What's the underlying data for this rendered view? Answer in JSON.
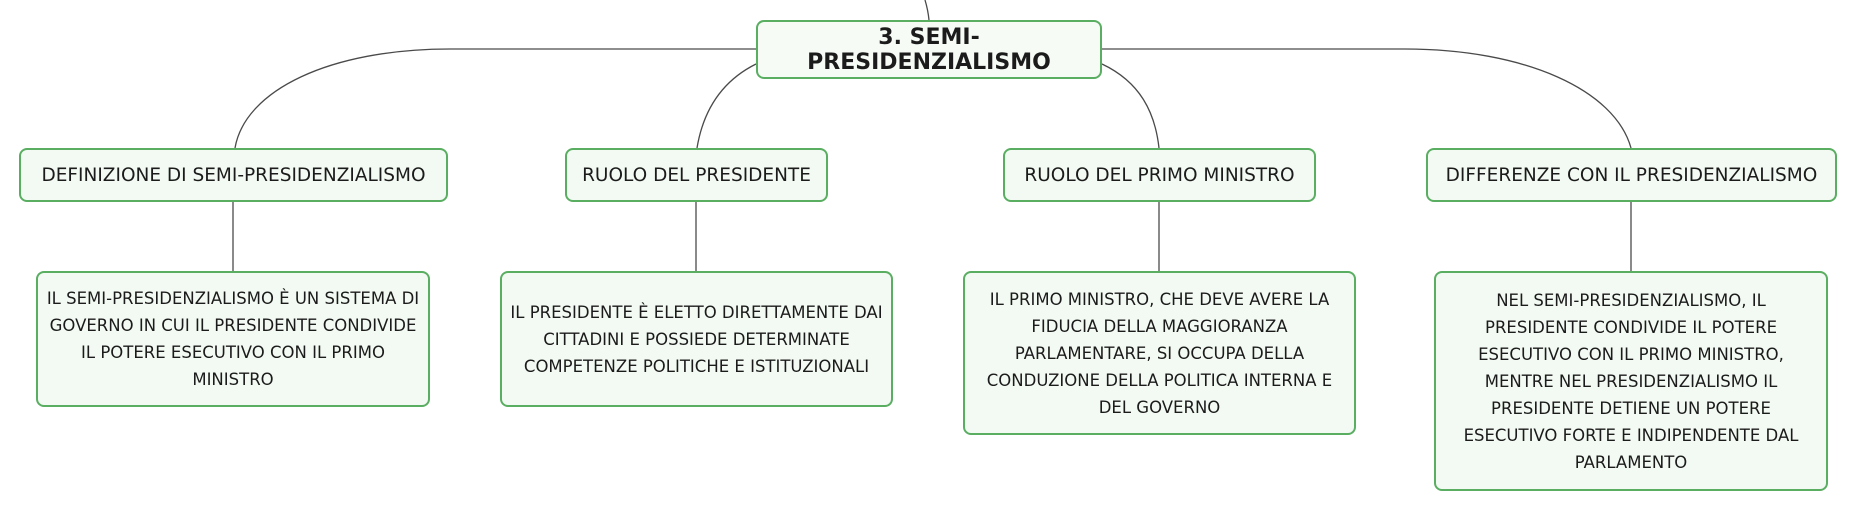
{
  "root": {
    "label": "3. SEMI-PRESIDENZIALISMO"
  },
  "topics": [
    {
      "label": "DEFINIZIONE DI SEMI-PRESIDENZIALISMO",
      "detail": "IL SEMI-PRESIDENZIALISMO È UN SISTEMA DI GOVERNO IN CUI IL PRESIDENTE CONDIVIDE IL POTERE ESECUTIVO CON IL PRIMO MINISTRO"
    },
    {
      "label": "RUOLO DEL PRESIDENTE",
      "detail": "IL PRESIDENTE È ELETTO DIRETTAMENTE DAI CITTADINI E POSSIEDE DETERMINATE COMPETENZE POLITICHE E ISTITUZIONALI"
    },
    {
      "label": "RUOLO DEL PRIMO MINISTRO",
      "detail": "IL PRIMO MINISTRO, CHE DEVE AVERE LA FIDUCIA DELLA MAGGIORANZA PARLAMENTARE, SI OCCUPA DELLA CONDUZIONE DELLA POLITICA INTERNA E DEL GOVERNO"
    },
    {
      "label": "DIFFERENZE CON IL PRESIDENZIALISMO",
      "detail": "NEL SEMI-PRESIDENZIALISMO, IL PRESIDENTE CONDIVIDE IL POTERE ESECUTIVO CON IL PRIMO MINISTRO, MENTRE NEL PRESIDENZIALISMO IL PRESIDENTE DETIENE UN POTERE ESECUTIVO FORTE E INDIPENDENTE DAL PARLAMENTO"
    }
  ],
  "colors": {
    "node_border": "#5aae62",
    "node_fill": "#f3faf3",
    "connector": "#4a4a4a",
    "text": "#1b1b1b"
  }
}
